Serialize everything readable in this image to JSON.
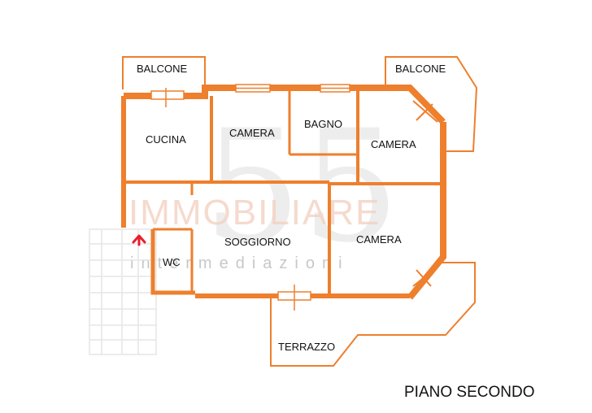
{
  "rooms": {
    "balcone_left": "BALCONE",
    "balcone_right": "BALCONE",
    "cucina": "CUCINA",
    "camera_1": "CAMERA",
    "bagno": "BAGNO",
    "camera_2": "CAMERA",
    "soggiorno": "SOGGIORNO",
    "camera_3": "CAMERA",
    "wc": "WC",
    "terrazzo": "TERRAZZO"
  },
  "floor_label": "PIANO SECONDO",
  "watermark": {
    "number": "55",
    "word": "IMMOBILIARE",
    "subtitle": "intermediazioni"
  },
  "colors": {
    "wall": "#ee7f2d",
    "entrance_arrow": "#e8202a",
    "text": "#111111"
  },
  "icons": {
    "entrance": "up-arrow-icon"
  }
}
